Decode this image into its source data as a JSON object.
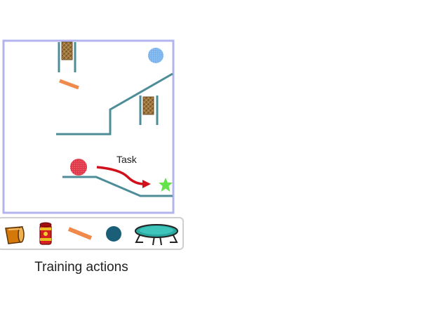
{
  "scene": {
    "task_label": "Task",
    "colors": {
      "border": "#b3b3f0",
      "wall": "#4d8d98",
      "bar": "#f08a4b",
      "blue_ball": "#7bb4ee",
      "red_ball": "#e13a4a",
      "goal_star": "#66e34a",
      "task_arrow": "#d0101a",
      "crate": "#a07840"
    },
    "objects": [
      "crate-top",
      "crate-right",
      "orange-bar",
      "blue-ball",
      "red-ball",
      "goal-star",
      "task-arrow"
    ]
  },
  "toolbar": {
    "label": "Training actions",
    "tools": [
      {
        "name": "bucket-icon",
        "color": "#d4780a"
      },
      {
        "name": "cannon-icon",
        "color": "#d42020"
      },
      {
        "name": "bar-icon",
        "color": "#f08a4b"
      },
      {
        "name": "ball-icon",
        "color": "#1a5e78"
      },
      {
        "name": "trampoline-icon",
        "color": "#2aa8a0"
      }
    ]
  }
}
